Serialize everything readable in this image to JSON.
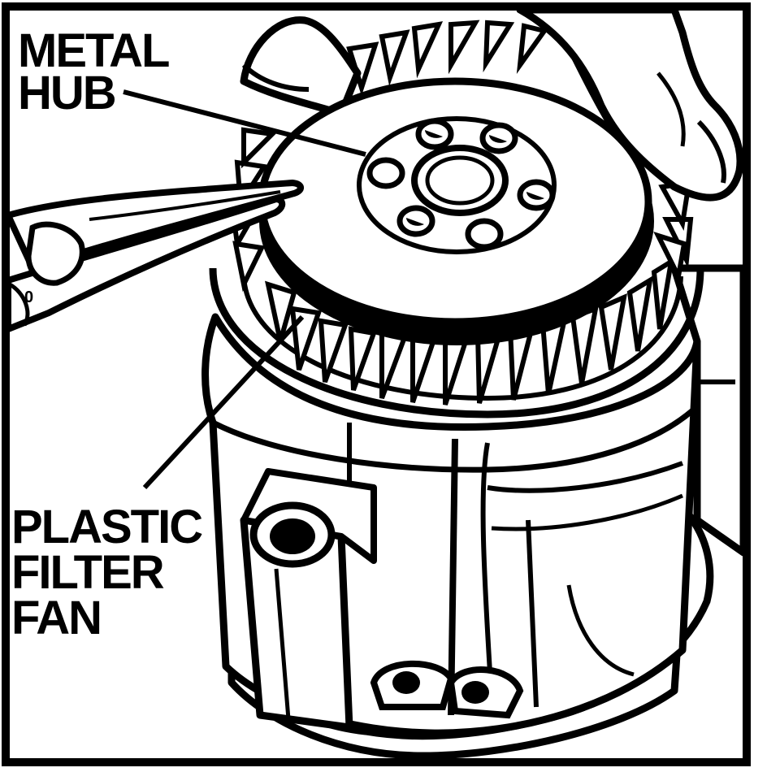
{
  "labels": {
    "metal_hub": [
      "METAL",
      "HUB"
    ],
    "plastic_filter_fan": [
      "PLASTIC",
      "FILTER",
      "FAN"
    ]
  },
  "colors": {
    "ink": "#000000",
    "paper": "#ffffff"
  }
}
